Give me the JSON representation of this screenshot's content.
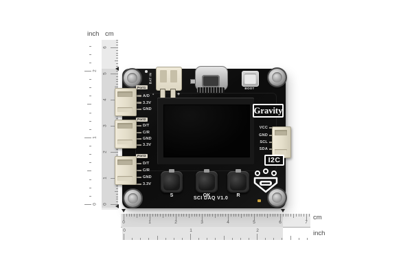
{
  "rulers": {
    "left": {
      "inch_header": "inch",
      "cm_header": "cm",
      "cm_numbers": [
        "0",
        "1",
        "2",
        "3",
        "4",
        "5",
        "6"
      ],
      "inch_numbers": [
        "0",
        "1",
        "2"
      ]
    },
    "bottom": {
      "cm_numbers": [
        "0",
        "1",
        "2",
        "3",
        "4",
        "5",
        "6",
        "7"
      ],
      "inch_numbers": [
        "0",
        "1",
        "2"
      ],
      "cm_label": "cm",
      "inch_label": "inch"
    }
  },
  "board": {
    "product_label": "SCI DAQ V1.0",
    "colors": {
      "pcb_black": "#101010",
      "connector_cream": "#e9e3d1",
      "metal_silver": "#c9c9c9",
      "led_yellow": "#c9a23f",
      "silkscreen_white": "#ffffff"
    },
    "top": {
      "bat_label": "BAT IN",
      "bat_minus": "-",
      "bat_plus": "+",
      "boot_label": "BOOT"
    },
    "right": {
      "gravity_label": "Gravity",
      "i2c_label": "I2C",
      "i2c_pins": [
        "VCC",
        "GND",
        "SCL",
        "SDA"
      ]
    },
    "ports": [
      {
        "name": "Port1",
        "pins": [
          "A/D",
          "3.3V",
          "GND"
        ]
      },
      {
        "name": "Port2",
        "pins": [
          "D/T",
          "C/R",
          "GND",
          "3.3V"
        ]
      },
      {
        "name": "Port3",
        "pins": [
          "D/T",
          "C/R",
          "GND",
          "3.3V"
        ]
      }
    ],
    "buttons": [
      "S",
      "OK",
      "R"
    ]
  }
}
